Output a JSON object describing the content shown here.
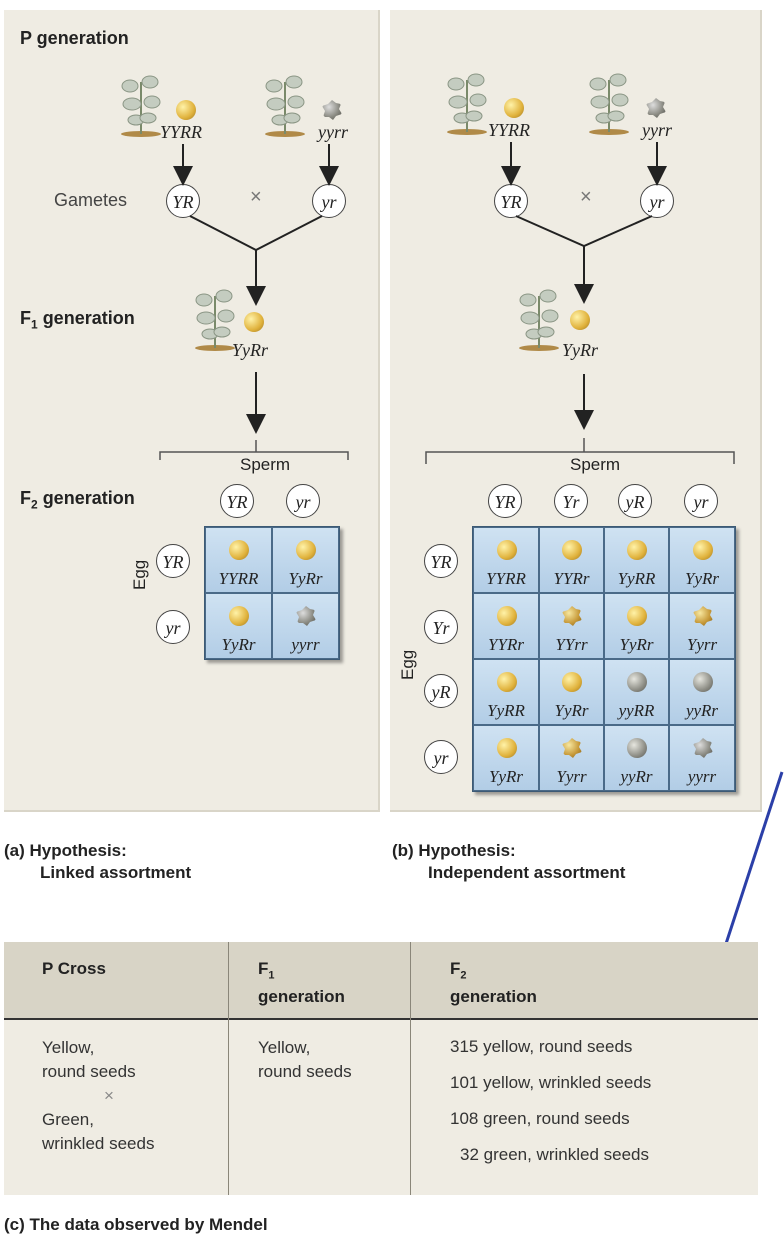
{
  "panel_a": {
    "p_generation": "P generation",
    "genotype_parent1": "YYRR",
    "genotype_parent2": "yyrr",
    "gametes_label": "Gametes",
    "gamete1": "YR",
    "gamete2": "yr",
    "cross_symbol": "×",
    "f1_generation_prefix": "F",
    "f1_sub": "1",
    "f1_generation_suffix": " generation",
    "f1_genotype": "YyRr",
    "sperm_label": "Sperm",
    "f2_generation_prefix": "F",
    "f2_sub": "2",
    "f2_generation_suffix": " generation",
    "egg_label": "Egg",
    "sperm_gametes": [
      "YR",
      "yr"
    ],
    "egg_gametes": [
      "YR",
      "yr"
    ],
    "cells": [
      [
        "YYRR",
        "YyRr"
      ],
      [
        "YyRr",
        "yyrr"
      ]
    ],
    "caption_line1": "(a) Hypothesis:",
    "caption_line2": "Linked assortment"
  },
  "panel_b": {
    "genotype_parent1": "YYRR",
    "genotype_parent2": "yyrr",
    "gamete1": "YR",
    "gamete2": "yr",
    "cross_symbol": "×",
    "f1_genotype": "YyRr",
    "sperm_label": "Sperm",
    "egg_label": "Egg",
    "sperm_gametes": [
      "YR",
      "Yr",
      "yR",
      "yr"
    ],
    "egg_gametes": [
      "YR",
      "Yr",
      "yR",
      "yr"
    ],
    "cells": [
      [
        "YYRR",
        "YYRr",
        "YyRR",
        "YyRr"
      ],
      [
        "YYRr",
        "YYrr",
        "YyRr",
        "Yyrr"
      ],
      [
        "YyRR",
        "YyRr",
        "yyRR",
        "yyRr"
      ],
      [
        "YyRr",
        "Yyrr",
        "yyRr",
        "yyrr"
      ]
    ],
    "caption_line1": "(b) Hypothesis:",
    "caption_line2": "Independent assortment"
  },
  "table": {
    "col1_header": "P Cross",
    "col2_header_prefix": "F",
    "col2_header_sub": "1",
    "col2_header_suffix": "generation",
    "col3_header_prefix": "F",
    "col3_header_sub": "2",
    "col3_header_suffix": "generation",
    "p_cross_line1": "Yellow,",
    "p_cross_line2": "round seeds",
    "p_cross_symbol": "×",
    "p_cross_line3": "Green,",
    "p_cross_line4": "wrinkled seeds",
    "f1_line1": "Yellow,",
    "f1_line2": "round seeds",
    "f2_rows": [
      "315 yellow, round seeds",
      "101 yellow, wrinkled seeds",
      "108 green, round seeds",
      "32 green, wrinkled seeds"
    ]
  },
  "caption_c": "(c) The data observed by Mendel",
  "colors": {
    "panel_bg": "#efece3",
    "grid_bg": "#b9d4ea",
    "pointer_line": "#2b3fa8"
  }
}
